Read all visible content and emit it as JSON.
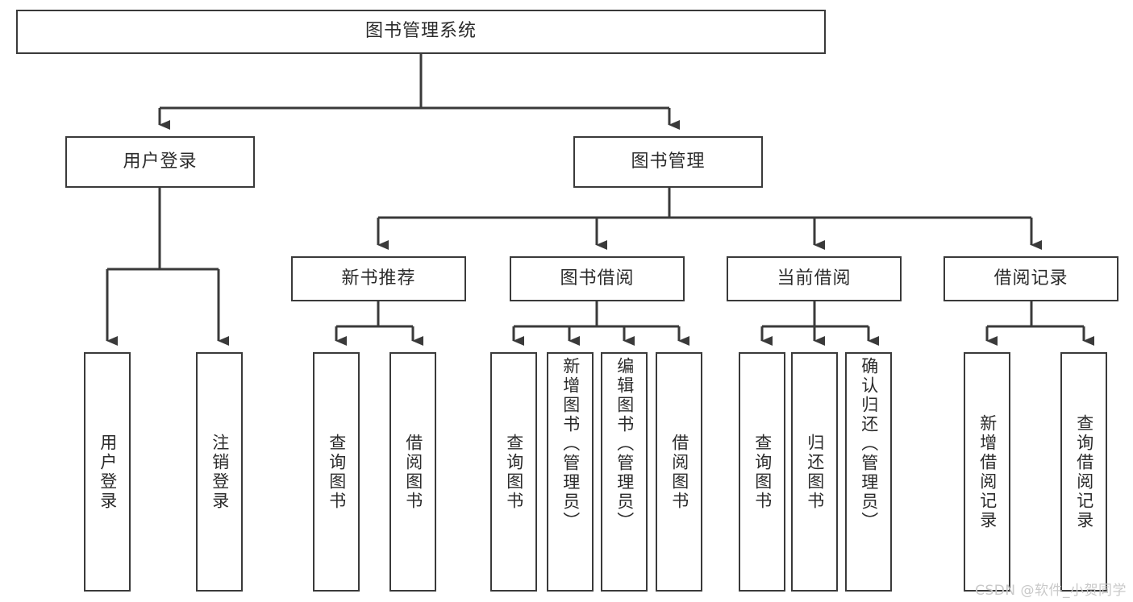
{
  "diagram": {
    "type": "tree-hierarchy-chart",
    "title": "图书管理系统",
    "stroke_color": "#3a3a3a",
    "text_color": "#2b2b2b",
    "background_color": "#ffffff",
    "root": {
      "id": "root",
      "label": "图书管理系统"
    },
    "level2": [
      {
        "id": "user-login",
        "label": "用户登录"
      },
      {
        "id": "book-manage",
        "label": "图书管理"
      }
    ],
    "level3": [
      {
        "id": "new-book-recommend",
        "label": "新书推荐",
        "parent": "book-manage"
      },
      {
        "id": "book-borrow",
        "label": "图书借阅",
        "parent": "book-manage"
      },
      {
        "id": "current-borrow",
        "label": "当前借阅",
        "parent": "book-manage"
      },
      {
        "id": "borrow-record",
        "label": "借阅记录",
        "parent": "book-manage"
      }
    ],
    "leaves": [
      {
        "id": "leaf-user-login",
        "label": "用户登录",
        "parent": "user-login"
      },
      {
        "id": "leaf-logout-login",
        "label": "注销登录",
        "parent": "user-login"
      },
      {
        "id": "leaf-query-book-1",
        "label": "查询图书",
        "parent": "new-book-recommend"
      },
      {
        "id": "leaf-borrow-book-1",
        "label": "借阅图书",
        "parent": "new-book-recommend"
      },
      {
        "id": "leaf-query-book-2",
        "label": "查询图书",
        "parent": "book-borrow"
      },
      {
        "id": "leaf-add-book",
        "label": "新增图书（管理员）",
        "parent": "book-borrow"
      },
      {
        "id": "leaf-edit-book",
        "label": "编辑图书（管理员）",
        "parent": "book-borrow"
      },
      {
        "id": "leaf-borrow-book-2",
        "label": "借阅图书",
        "parent": "book-borrow"
      },
      {
        "id": "leaf-query-book-3",
        "label": "查询图书",
        "parent": "current-borrow"
      },
      {
        "id": "leaf-return-book",
        "label": "归还图书",
        "parent": "current-borrow"
      },
      {
        "id": "leaf-confirm-return",
        "label": "确认归还（管理员）",
        "parent": "current-borrow"
      },
      {
        "id": "leaf-add-record",
        "label": "新增借阅记录",
        "parent": "borrow-record"
      },
      {
        "id": "leaf-query-record",
        "label": "查询借阅记录",
        "parent": "borrow-record"
      }
    ]
  },
  "watermark": {
    "text": "CSDN @软件_小贺同学"
  }
}
